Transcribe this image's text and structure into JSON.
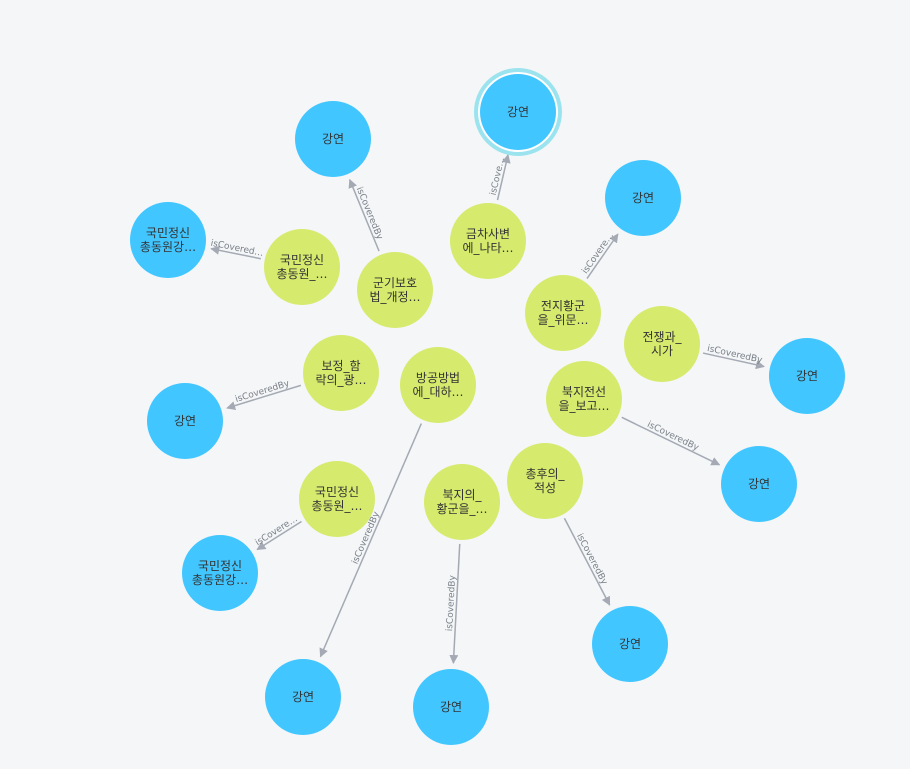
{
  "colors": {
    "source_node": "#d6ea6e",
    "target_node": "#42c6ff",
    "selected_ring": "#9be3ee",
    "edge": "#a4a9b3",
    "edge_label": "#7a8088",
    "node_text": "#333333",
    "background": "#f4f6f8"
  },
  "nodes": [
    {
      "id": "n1",
      "type": "source",
      "lines": [
        "금차사변",
        "에_나타…"
      ]
    },
    {
      "id": "n2",
      "type": "source",
      "lines": [
        "국민정신",
        "총동원_…"
      ]
    },
    {
      "id": "n3",
      "type": "source",
      "lines": [
        "군기보호",
        "법_개정…"
      ]
    },
    {
      "id": "n4",
      "type": "source",
      "lines": [
        "전지황군",
        "을_위문…"
      ]
    },
    {
      "id": "n5",
      "type": "source",
      "lines": [
        "전쟁과_",
        "시가"
      ]
    },
    {
      "id": "n6",
      "type": "source",
      "lines": [
        "보정_함",
        "락의_광…"
      ]
    },
    {
      "id": "n7",
      "type": "source",
      "lines": [
        "방공방법",
        "에_대하…"
      ]
    },
    {
      "id": "n8",
      "type": "source",
      "lines": [
        "북지전선",
        "을_보고…"
      ]
    },
    {
      "id": "n9",
      "type": "source",
      "lines": [
        "국민정신",
        "총동원_…"
      ]
    },
    {
      "id": "n10",
      "type": "source",
      "lines": [
        "총후의_",
        "적성"
      ]
    },
    {
      "id": "n11",
      "type": "source",
      "lines": [
        "북지의_",
        "황군을_…"
      ]
    },
    {
      "id": "t1",
      "type": "target",
      "lines": [
        "강연"
      ],
      "selected": true
    },
    {
      "id": "t2",
      "type": "target",
      "lines": [
        "강연"
      ]
    },
    {
      "id": "t3",
      "type": "target",
      "lines": [
        "국민정신",
        "총동원강…"
      ]
    },
    {
      "id": "t4",
      "type": "target",
      "lines": [
        "강연"
      ]
    },
    {
      "id": "t5",
      "type": "target",
      "lines": [
        "강연"
      ]
    },
    {
      "id": "t6",
      "type": "target",
      "lines": [
        "강연"
      ]
    },
    {
      "id": "t7",
      "type": "target",
      "lines": [
        "강연"
      ]
    },
    {
      "id": "t8",
      "type": "target",
      "lines": [
        "국민정신",
        "총동원강…"
      ]
    },
    {
      "id": "t9",
      "type": "target",
      "lines": [
        "강연"
      ]
    },
    {
      "id": "t10",
      "type": "target",
      "lines": [
        "강연"
      ]
    },
    {
      "id": "t11",
      "type": "target",
      "lines": [
        "강연"
      ]
    }
  ],
  "edges": [
    {
      "from": "n1",
      "to": "t1",
      "label": "isCove…"
    },
    {
      "from": "n2",
      "to": "t3",
      "label": "isCovered…"
    },
    {
      "from": "n3",
      "to": "t2",
      "label": "isCoveredBy"
    },
    {
      "from": "n4",
      "to": "t4",
      "label": "isCovere…"
    },
    {
      "from": "n5",
      "to": "t5",
      "label": "isCoveredBy"
    },
    {
      "from": "n6",
      "to": "t6",
      "label": "isCoveredBy"
    },
    {
      "from": "n8",
      "to": "t7",
      "label": "isCoveredBy"
    },
    {
      "from": "n9",
      "to": "t8",
      "label": "isCovere…"
    },
    {
      "from": "n7",
      "to": "t9",
      "label": "isCoveredBy"
    },
    {
      "from": "n11",
      "to": "t10",
      "label": "isCoveredBy"
    },
    {
      "from": "n10",
      "to": "t11",
      "label": "isCoveredBy"
    }
  ]
}
